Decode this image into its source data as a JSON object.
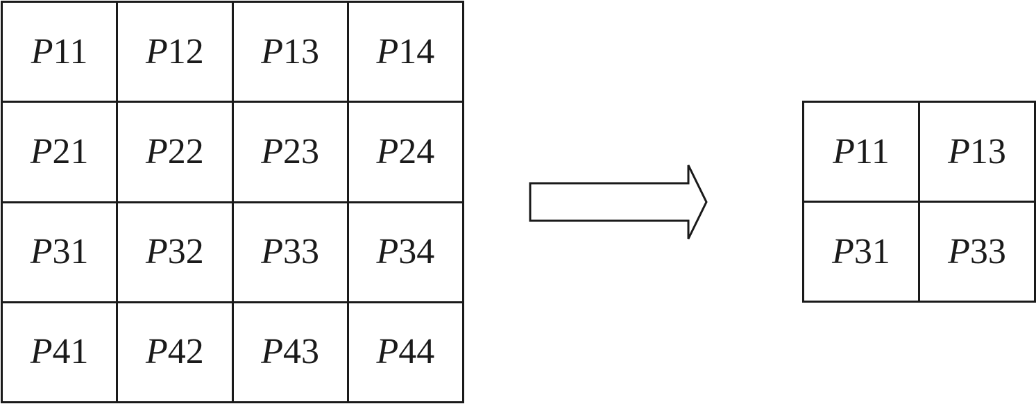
{
  "input_grid": {
    "cells": [
      [
        {
          "letter": "P",
          "index": "11"
        },
        {
          "letter": "P",
          "index": "12"
        },
        {
          "letter": "P",
          "index": "13"
        },
        {
          "letter": "P",
          "index": "14"
        }
      ],
      [
        {
          "letter": "P",
          "index": "21"
        },
        {
          "letter": "P",
          "index": "22"
        },
        {
          "letter": "P",
          "index": "23"
        },
        {
          "letter": "P",
          "index": "24"
        }
      ],
      [
        {
          "letter": "P",
          "index": "31"
        },
        {
          "letter": "P",
          "index": "32"
        },
        {
          "letter": "P",
          "index": "33"
        },
        {
          "letter": "P",
          "index": "34"
        }
      ],
      [
        {
          "letter": "P",
          "index": "41"
        },
        {
          "letter": "P",
          "index": "42"
        },
        {
          "letter": "P",
          "index": "43"
        },
        {
          "letter": "P",
          "index": "44"
        }
      ]
    ]
  },
  "output_grid": {
    "cells": [
      [
        {
          "letter": "P",
          "index": "11"
        },
        {
          "letter": "P",
          "index": "13"
        }
      ],
      [
        {
          "letter": "P",
          "index": "31"
        },
        {
          "letter": "P",
          "index": "33"
        }
      ]
    ]
  },
  "colors": {
    "line": "#1a1a1a",
    "background": "#ffffff"
  },
  "icons": {
    "transform_arrow": "right-arrow-icon"
  }
}
